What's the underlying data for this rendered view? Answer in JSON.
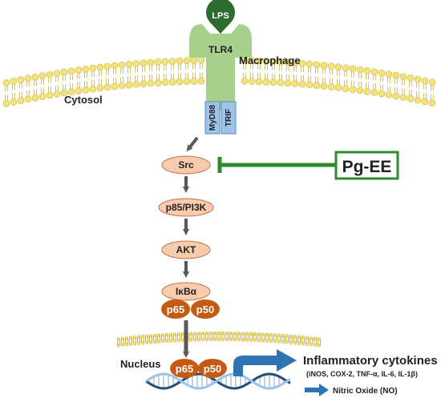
{
  "receptor": {
    "ligand": "LPS",
    "name": "TLR4"
  },
  "labels": {
    "cell": "Macrophage",
    "cytosol": "Cytosol",
    "nucleus": "Nucleus"
  },
  "adaptors": [
    "MyD88",
    "TRIF"
  ],
  "cascade": [
    "Src",
    "p85/PI3K",
    "AKT",
    "IκBα"
  ],
  "nfkb": {
    "p65": "p65",
    "p50": "p50"
  },
  "inhibitor": {
    "name": "Pg-EE"
  },
  "outputs": {
    "cytokines_title": "Inflammatory cytokines",
    "cytokines_list": "(iNOS, COX-2, TNF-α, IL-6, IL-1β)",
    "no_label": "Nitric Oxide (NO)"
  },
  "colors": {
    "membrane_head": "#f4e27a",
    "membrane_stroke": "#c8b54a",
    "ligand": "#2e6b2e",
    "receptor": "#a8d08d",
    "adaptor": "#9dc3e6",
    "cascade_fill": "#f8cbad",
    "cascade_stroke": "#c0704a",
    "nfkb": "#c55a11",
    "inhibitor": "#2e8b2e",
    "arrow_blue": "#2e75b6",
    "arrow_grey": "#595959",
    "dna_a": "#1f4e79",
    "dna_b": "#9dc3e6"
  }
}
